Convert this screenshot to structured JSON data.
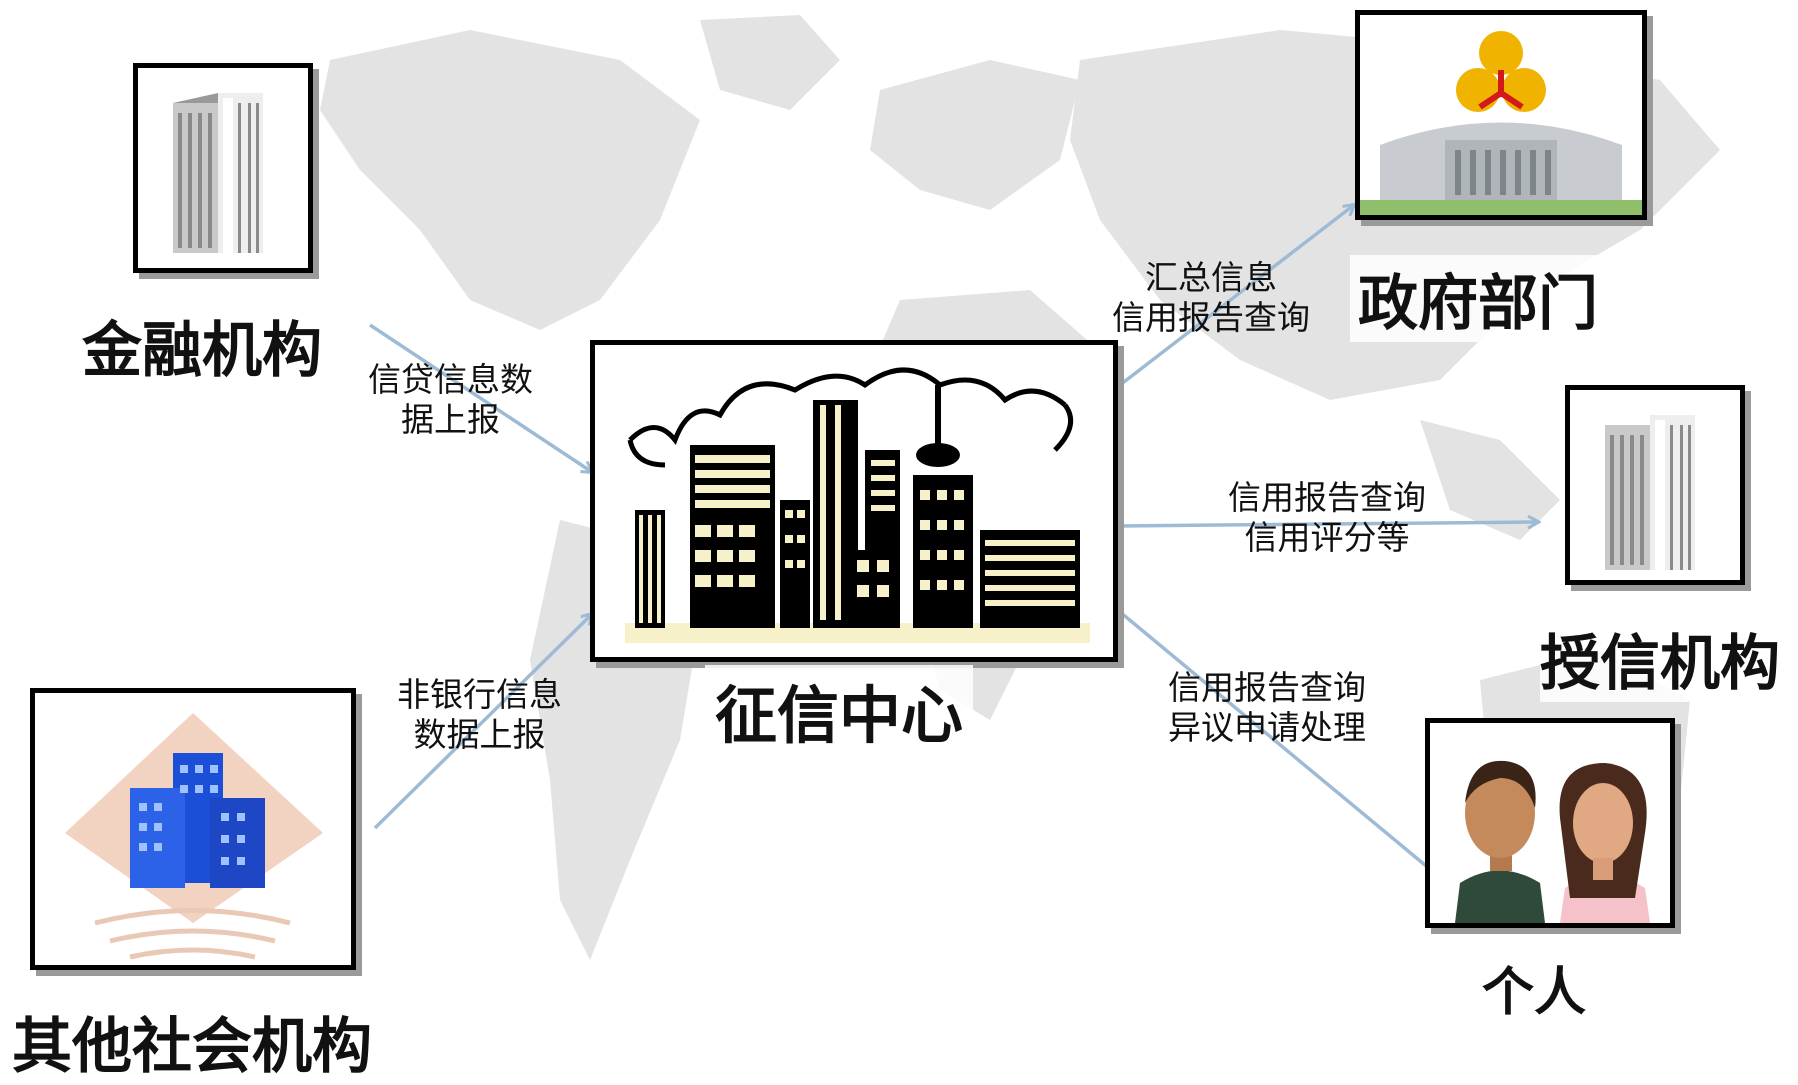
{
  "colors": {
    "arrow": "#9ebbd6",
    "map": "#e3e3e3",
    "frame": "#000000",
    "shadow": "#9a9a9a"
  },
  "nodes": {
    "center": {
      "label": "征信中心",
      "icon": "city-skyline-icon"
    },
    "financial": {
      "label": "金融机构",
      "icon": "office-tower-icon"
    },
    "other_social": {
      "label": "其他社会机构",
      "icon": "blue-buildings-icon"
    },
    "government": {
      "label": "政府部门",
      "icon": "government-building-logo-icon"
    },
    "credit_granting": {
      "label": "授信机构",
      "icon": "office-tower-icon"
    },
    "individual": {
      "label": "个人",
      "icon": "couple-portrait-icon"
    }
  },
  "edges": {
    "financial_to_center": {
      "lines": [
        "信贷信息数",
        "据上报"
      ]
    },
    "other_to_center": {
      "lines": [
        "非银行信息",
        "数据上报"
      ]
    },
    "center_to_government": {
      "lines": [
        "汇总信息",
        "信用报告查询"
      ]
    },
    "center_to_credit": {
      "lines": [
        "信用报告查询",
        "信用评分等"
      ]
    },
    "center_to_individual": {
      "lines": [
        "信用报告查询",
        "异议申请处理"
      ]
    }
  }
}
